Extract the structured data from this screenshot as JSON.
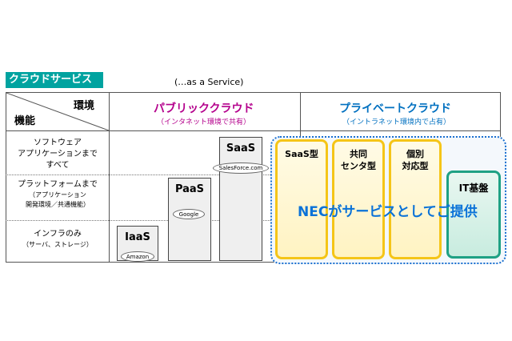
{
  "tag_title": "クラウドサービス",
  "service_note": "(…as a Service)",
  "header": {
    "env_label": "環境",
    "function_label": "機能",
    "public": {
      "title": "パブリッククラウド",
      "subtitle": "（インタネット環境で共有）",
      "color": "#b4008c"
    },
    "private": {
      "title": "プライベートクラウド",
      "subtitle": "（イントラネット環境内で占有）",
      "color": "#0070c0"
    }
  },
  "rows": [
    {
      "line1": "ソフトウェア",
      "line2": "アプリケーションまで",
      "line3": "すべて"
    },
    {
      "line1": "プラットフォームまで",
      "sub1": "（アプリケーション",
      "sub2": "開発環境／共通機能）"
    },
    {
      "line1": "インフラのみ",
      "sub1": "（サーバ、ストレージ）"
    }
  ],
  "public_services": [
    {
      "name": "IaaS",
      "vendor": "Amazon"
    },
    {
      "name": "PaaS",
      "vendor": "Google"
    },
    {
      "name": "SaaS",
      "vendor": "SalesForce.com"
    }
  ],
  "private_offerings": [
    {
      "line1": "SaaS型",
      "line2": ""
    },
    {
      "line1": "共同",
      "line2": "センタ型"
    },
    {
      "line1": "個別",
      "line2": "対応型"
    }
  ],
  "it_base": "IT基盤",
  "nec_label": "NECがサービスとしてご提供",
  "colors": {
    "tag": "#00a3a0",
    "yellow_border": "#f5c518",
    "it_border": "#1fa184",
    "nec_text": "#0a72d8"
  }
}
